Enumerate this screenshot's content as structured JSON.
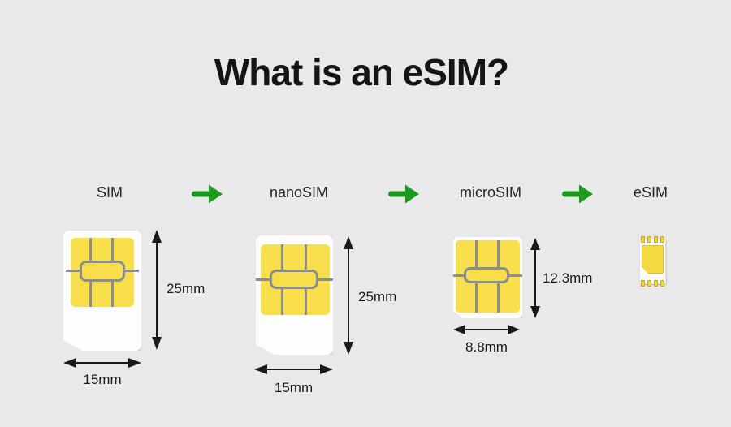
{
  "title": "What is an eSIM?",
  "colors": {
    "background": "#e9e9e9",
    "arrow_green": "#1b9a1b",
    "chip_yellow": "#f8de4b",
    "chip_line_gray": "#8a8d91",
    "card_white": "#fdfdfd",
    "text": "#1a1a1a"
  },
  "stages": [
    {
      "label": "SIM",
      "height_label": "25mm",
      "width_label": "15mm"
    },
    {
      "label": "nanoSIM",
      "height_label": "25mm",
      "width_label": "15mm"
    },
    {
      "label": "microSIM",
      "height_label": "12.3mm",
      "width_label": "8.8mm"
    },
    {
      "label": "eSIM"
    }
  ]
}
